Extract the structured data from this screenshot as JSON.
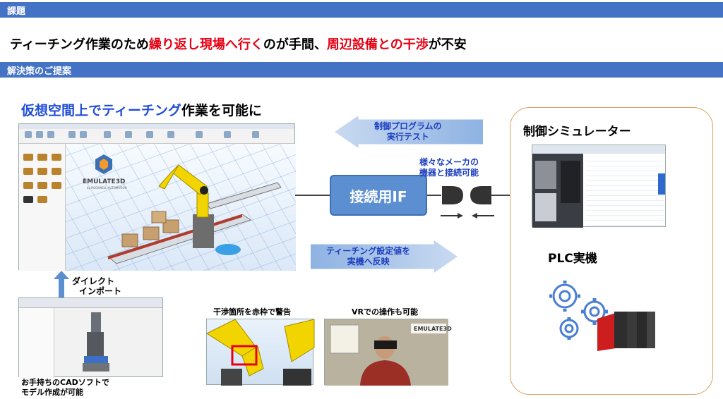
{
  "header": {
    "issue_title": "課題",
    "solution_title": "解決策のご提案"
  },
  "issue": {
    "part1": "ティーチング作業のため",
    "part2": "繰り返し現場へ行く",
    "part3": "のが手間、",
    "part4": "周辺設備との干渉",
    "part5": "が不安"
  },
  "virtual": {
    "title_highlight": "仮想空間上でティーチング",
    "title_rest": "作業を可能に"
  },
  "emulate": {
    "logo_text": "EMULATE3D",
    "logo_sub": "by ROCKWELL AUTOMATION"
  },
  "arrows": {
    "control_test_line1": "制御プログラムの",
    "control_test_line2": "実行テスト",
    "teach_reflect_line1": "ティーチング設定値を",
    "teach_reflect_line2": "実機へ反映",
    "direct_import_line1": "ダイレクト",
    "direct_import_line2": "インポート"
  },
  "interface": {
    "label": "接続用IF",
    "maker_line1": "様々なメーカの",
    "maker_line2": "機器と接続可能"
  },
  "cad": {
    "caption_line1": "お手持ちのCADソフトで",
    "caption_line2": "モデル作成が可能"
  },
  "warn": {
    "caption": "干渉箇所を赤枠で警告"
  },
  "vr": {
    "caption": "VRでの操作も可能",
    "logo_text": "EMULATE3D"
  },
  "right_panel": {
    "sim_title": "制御シミュレーター",
    "plc_title": "PLC実機"
  },
  "colors": {
    "header_bar": "#4472c4",
    "highlight_red": "#e60012",
    "highlight_blue": "#1f4ed8",
    "robot_yellow": "#f2d400"
  }
}
